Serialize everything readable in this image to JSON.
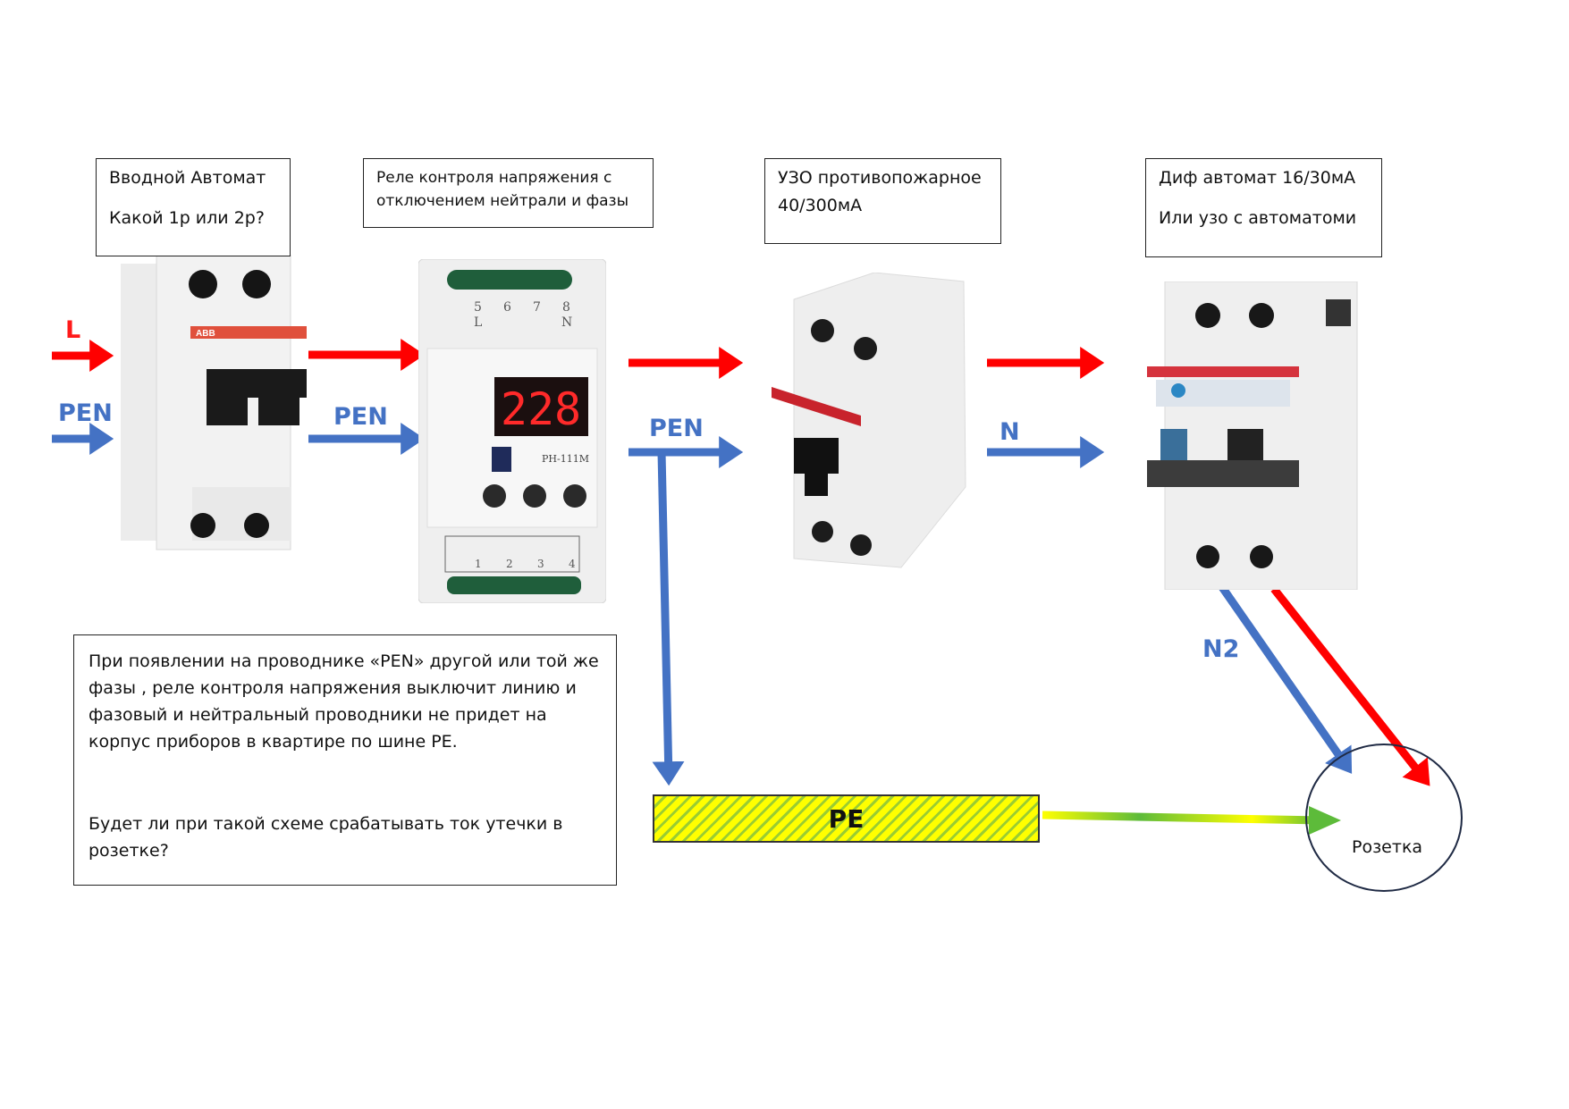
{
  "boxes": {
    "input_breaker": {
      "line1": "Вводной Автомат",
      "line2": "Какой 1р или 2р?"
    },
    "voltage_relay": {
      "line1": "Реле контроля напряжения с",
      "line2": "отключением нейтрали и фазы"
    },
    "rcd_fire": {
      "line1": "УЗО противопожарное",
      "line2": "40/300мА"
    },
    "rcbo": {
      "line1": "Диф автомат 16/30мА",
      "line2": "Или узо с автоматоми"
    },
    "note": {
      "para1": "При появлении на проводнике «PEN» другой или той же фазы , реле контроля напряжения выключит линию и фазовый и нейтральный проводники не придет на корпус приборов в квартире по шине РЕ.",
      "para2": "Будет ли при такой схеме срабатывать ток утечки в розетке?"
    }
  },
  "wire_labels": {
    "l_in": "L",
    "pen_in": "PEN",
    "pen_after_breaker": "PEN",
    "pen_after_relay": "PEN",
    "n_after_rcd": "N",
    "n2": "N2"
  },
  "devices": {
    "relay_display": "228",
    "relay_model": "РН-111М",
    "relay_top_terminals": [
      "5",
      "6",
      "7",
      "8"
    ],
    "relay_top_terminal_names": [
      "L",
      "N"
    ],
    "relay_bottom_terminals": [
      "1",
      "2",
      "3",
      "4"
    ],
    "breaker_brand": "ABB"
  },
  "pe_bus": {
    "label": "PE"
  },
  "socket": {
    "label": "Розетка"
  },
  "colors": {
    "phase": "#ff0000",
    "neutral": "#4472c4",
    "pe_yellow": "#ffff00",
    "pe_green": "#5dbb3a"
  }
}
